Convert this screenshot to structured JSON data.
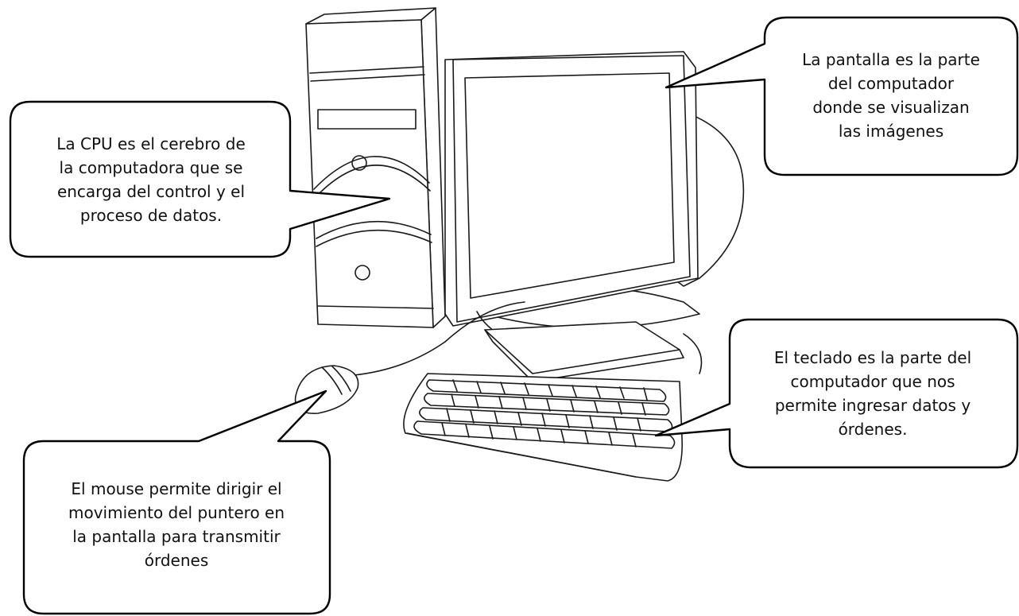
{
  "callouts": {
    "cpu": {
      "lines": [
        "La CPU es el cerebro de",
        "la computadora que se",
        "encarga del control y el",
        "proceso de datos."
      ]
    },
    "monitor": {
      "lines": [
        "La pantalla es la parte",
        "del computador",
        "donde se visualizan",
        "las imágenes"
      ]
    },
    "keyboard": {
      "lines": [
        "El teclado es la parte del",
        "computador que nos",
        "permite ingresar datos y",
        "órdenes."
      ]
    },
    "mouse": {
      "lines": [
        "El mouse permite dirigir el",
        "movimiento del puntero en",
        "la pantalla para transmitir",
        "órdenes"
      ]
    }
  },
  "illustration": {
    "subject": "desktop computer line drawing",
    "parts": [
      "cpu-tower-icon",
      "monitor-icon",
      "keyboard-icon",
      "mouse-icon"
    ]
  },
  "colors": {
    "line": "#1a1a1a",
    "bubble_border": "#000000",
    "background": "#ffffff"
  }
}
